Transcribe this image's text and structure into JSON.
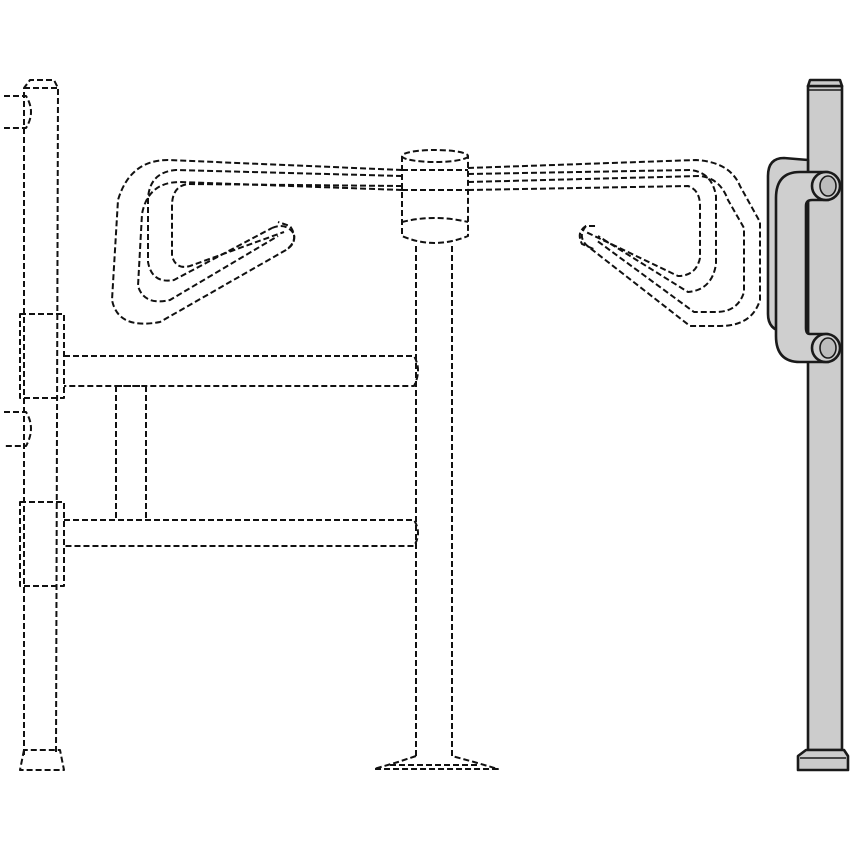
{
  "diagram": {
    "subject": "turnstile-with-swing-gate-post",
    "colors": {
      "background": "#ffffff",
      "line": "#111111",
      "post_fill": "#cccccc",
      "handle_fill": "#cfcfcf"
    },
    "parts": {
      "gate_post": {
        "style": "solid"
      },
      "grab_handle": {
        "style": "solid"
      },
      "turnstile_rotor": {
        "style": "dashed"
      },
      "turnstile_arms": {
        "count": 3,
        "style": "dashed"
      },
      "frame": {
        "style": "dashed"
      },
      "left_post": {
        "style": "dashed"
      }
    }
  }
}
